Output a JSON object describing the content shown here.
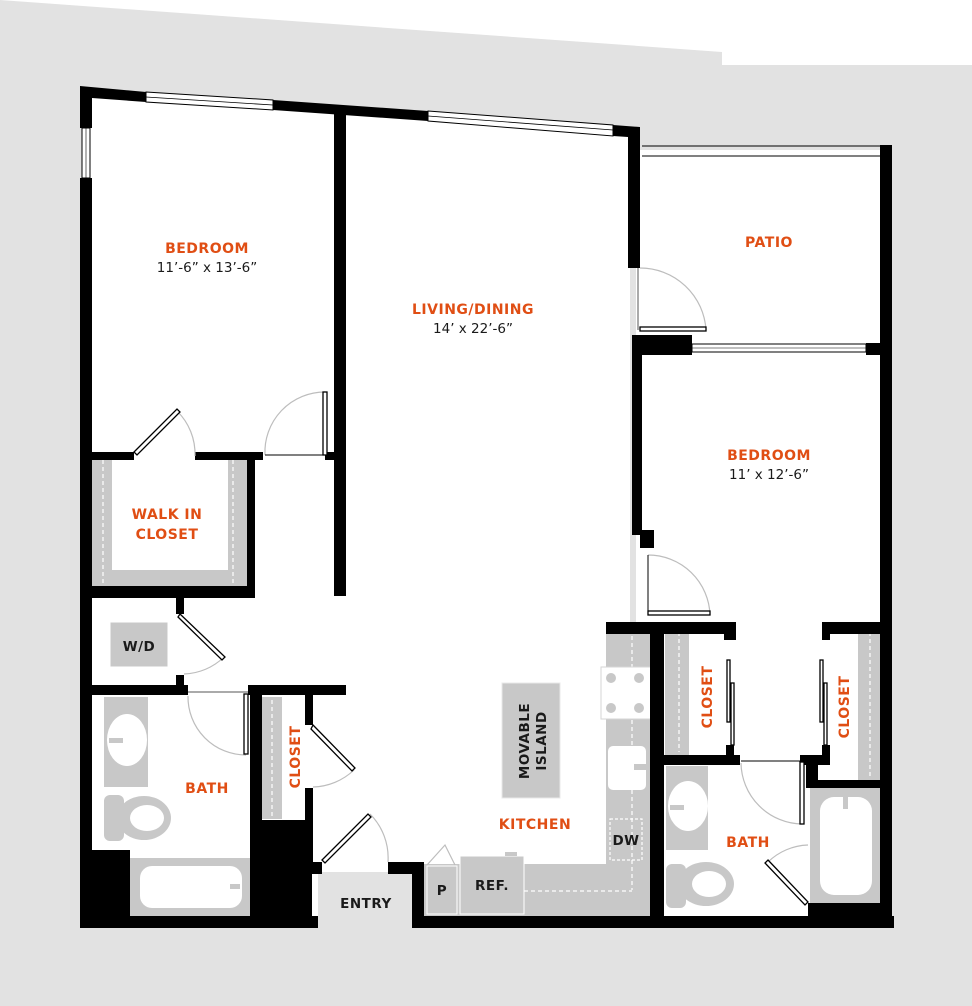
{
  "plan": {
    "colors": {
      "background": "#e2e2e2",
      "wall": "#000000",
      "floor": "#ffffff",
      "fixture": "#c8c8c8",
      "room_label": "#e04e14",
      "text": "#1a1a1a"
    },
    "rooms": {
      "bedroom1": {
        "name": "BEDROOM",
        "dims": "11’-6” x 13’-6”"
      },
      "living": {
        "name": "LIVING/DINING",
        "dims": "14’ x 22’-6”"
      },
      "patio": {
        "name": "PATIO"
      },
      "bedroom2": {
        "name": "BEDROOM",
        "dims": "11’ x 12’-6”"
      },
      "walkin": {
        "line1": "WALK IN",
        "line2": "CLOSET"
      },
      "bath1": {
        "name": "BATH"
      },
      "closet_hall": {
        "name": "CLOSET"
      },
      "kitchen": {
        "name": "KITCHEN"
      },
      "closet_b2_left": {
        "name": "CLOSET"
      },
      "closet_b2_right": {
        "name": "CLOSET"
      },
      "bath2": {
        "name": "BATH"
      },
      "entry": {
        "name": "ENTRY"
      }
    },
    "fixtures": {
      "washer_dryer": "W/D",
      "island_line1": "MOVABLE",
      "island_line2": "ISLAND",
      "dishwasher": "DW",
      "refrigerator": "REF.",
      "pantry": "P"
    }
  }
}
